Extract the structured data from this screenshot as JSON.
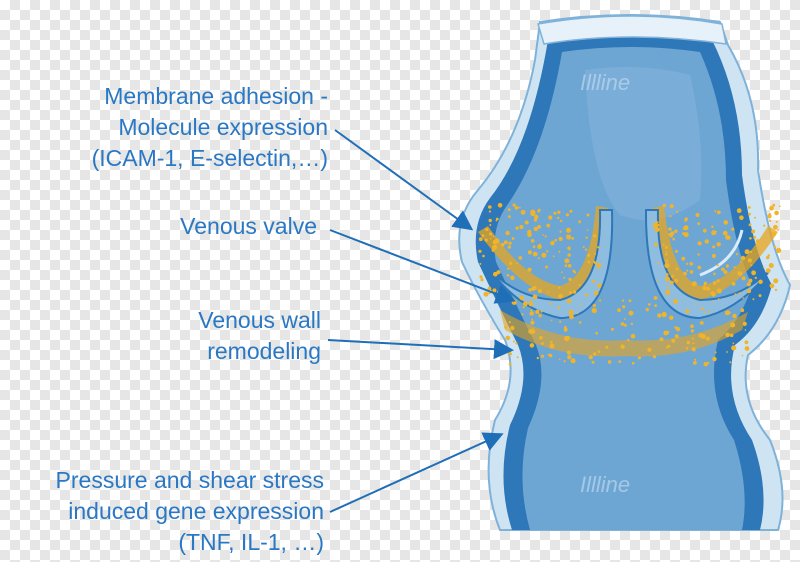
{
  "labels": {
    "membrane": "Membrane adhesion -\nMolecule expression\n(ICAM-1, E-selectin,…)",
    "valve": "Venous valve",
    "wall": "Venous wall\nremodeling",
    "pressure": "Pressure and shear stress\ninduced gene expression\n(TNF, IL-1, …)"
  },
  "watermark": "Illline",
  "colors": {
    "label_text": "#2a78c4",
    "arrow": "#1f6fb8",
    "vein_outer": "#bcd9ee",
    "vein_wall": "#2e77b8",
    "vein_lumen": "#6ea6d3",
    "valve": "#8fbde0",
    "particles": "#e9a51c"
  }
}
